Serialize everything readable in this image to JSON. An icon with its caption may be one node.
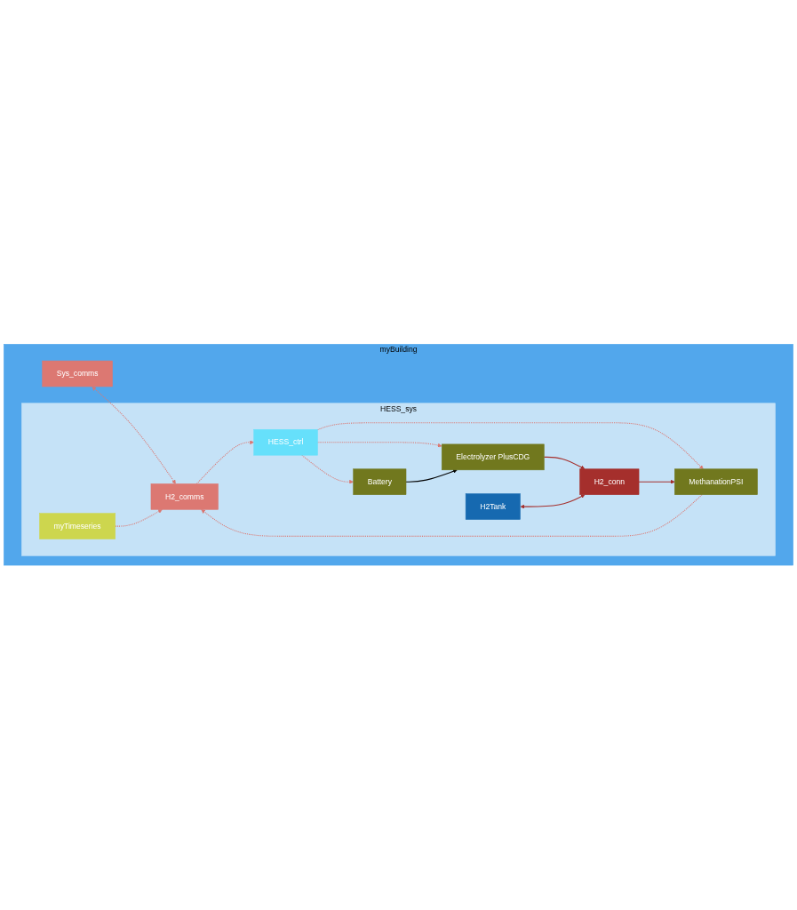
{
  "diagram": {
    "nodes": [
      {
        "text": [
          "myBuilding"
        ]
      },
      {
        "text": [
          "Sys_comms"
        ],
        "in": 0
      },
      {
        "text": [
          "HESS_sys"
        ],
        "in": 0
      },
      {
        "text": [
          "H2_comms"
        ],
        "in": 2
      },
      {
        "text": [
          "HESS_ctrl"
        ],
        "in": 2
      },
      {
        "text": [
          "myTimeseries"
        ],
        "in": 2
      },
      {
        "text": [
          "Battery"
        ],
        "in": 2
      },
      {
        "text": [
          "MethanationPSI"
        ],
        "in": 2
      },
      {
        "text": [
          "Electrolyzer PlusCDG"
        ],
        "in": 2
      },
      {
        "text": [
          "H2Tank"
        ],
        "in": 2
      },
      {
        "text": [
          "H2_conn"
        ],
        "in": 2
      }
    ],
    "edges": [
      {
        "from": 1,
        "to": 3,
        "arrow": "both",
        "style": "dashed",
        "color": "#dc7872"
      },
      {
        "from": 3,
        "to": 4,
        "arrow": "to",
        "style": "dashed",
        "color": "#dc7872"
      },
      {
        "from": 5,
        "to": 3,
        "arrow": "to",
        "style": "dashed",
        "color": "#dc7872"
      },
      {
        "from": 7,
        "to": 3,
        "arrow": "to",
        "style": "dashed",
        "color": "#dc7872"
      },
      {
        "from": 4,
        "to": 6,
        "arrow": "to",
        "style": "dashed",
        "color": "#dc7872"
      },
      {
        "from": 4,
        "to": 8,
        "arrow": "to",
        "style": "dashed",
        "color": "#dc7872"
      },
      {
        "from": 4,
        "to": 7,
        "arrow": "to",
        "style": "dashed",
        "color": "#dc7872"
      },
      {
        "from": 6,
        "to": 8,
        "arrow": "to",
        "color": "#000000"
      },
      {
        "from": 8,
        "to": 10,
        "arrow": "to",
        "color": "#a52f2c"
      },
      {
        "from": 9,
        "to": 10,
        "arrow": "both",
        "color": "#a52f2c"
      },
      {
        "from": 10,
        "to": 7,
        "arrow": "to",
        "color": "#a52f2c"
      }
    ]
  }
}
